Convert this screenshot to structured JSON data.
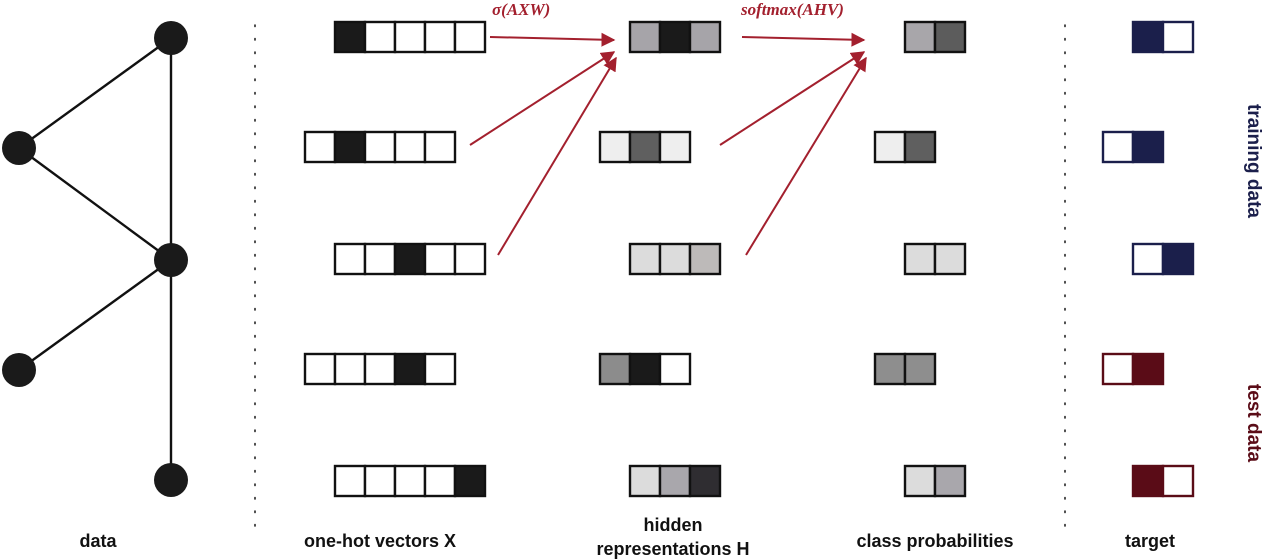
{
  "columns": {
    "data": "data",
    "onehot": "one-hot vectors X",
    "hidden_line1": "hidden",
    "hidden_line2": "representations H",
    "probs": "class probabilities",
    "target": "target"
  },
  "ops": {
    "layer1": "σ(AXW)",
    "layer2": "softmax(AHV)"
  },
  "side_labels": {
    "training": "training data",
    "test": "test data"
  },
  "colors": {
    "edge": "#111111",
    "node": "#1a1a1a",
    "arrow": "#a3202e",
    "training": "#1b1f4b",
    "test": "#5a0c17",
    "cell_border": "#111111"
  },
  "graph": {
    "nodes": [
      "node-1",
      "node-2",
      "node-3",
      "node-4",
      "node-5"
    ],
    "edges": [
      [
        0,
        1
      ],
      [
        1,
        2
      ],
      [
        0,
        2
      ],
      [
        2,
        3
      ],
      [
        2,
        4
      ]
    ]
  },
  "rows": [
    {
      "split": "train",
      "onehot": [
        "#1a1a1a",
        "#ffffff",
        "#ffffff",
        "#ffffff",
        "#ffffff"
      ],
      "hidden": [
        "#a6a4a9",
        "#1a1a1a",
        "#a6a4a9"
      ],
      "probs": [
        "#a8a6aa",
        "#5c5c5c"
      ],
      "target": [
        "#1b1f4b",
        "#ffffff"
      ]
    },
    {
      "split": "train",
      "onehot": [
        "#ffffff",
        "#1a1a1a",
        "#ffffff",
        "#ffffff",
        "#ffffff"
      ],
      "hidden": [
        "#eeeeee",
        "#5f5f5f",
        "#eeeeee"
      ],
      "probs": [
        "#eeeeee",
        "#5f5f5f"
      ],
      "target": [
        "#ffffff",
        "#1b1f4b"
      ]
    },
    {
      "split": "train",
      "onehot": [
        "#ffffff",
        "#ffffff",
        "#1a1a1a",
        "#ffffff",
        "#ffffff"
      ],
      "hidden": [
        "#dcdcdc",
        "#dcdcdc",
        "#bdbab9"
      ],
      "probs": [
        "#dcdcdc",
        "#dcdcdc"
      ],
      "target": [
        "#ffffff",
        "#1b1f4b"
      ]
    },
    {
      "split": "test",
      "onehot": [
        "#ffffff",
        "#ffffff",
        "#ffffff",
        "#1a1a1a",
        "#ffffff"
      ],
      "hidden": [
        "#8c8c8c",
        "#1a1a1a",
        "#ffffff"
      ],
      "probs": [
        "#8e8e8e",
        "#8e8e8e"
      ],
      "target": [
        "#ffffff",
        "#5a0c17"
      ]
    },
    {
      "split": "test",
      "onehot": [
        "#ffffff",
        "#ffffff",
        "#ffffff",
        "#ffffff",
        "#1a1a1a"
      ],
      "hidden": [
        "#dcdcdc",
        "#a9a7ac",
        "#2f2d31"
      ],
      "probs": [
        "#dcdcdc",
        "#a9a7ac"
      ],
      "target": [
        "#5a0c17",
        "#ffffff"
      ]
    }
  ]
}
